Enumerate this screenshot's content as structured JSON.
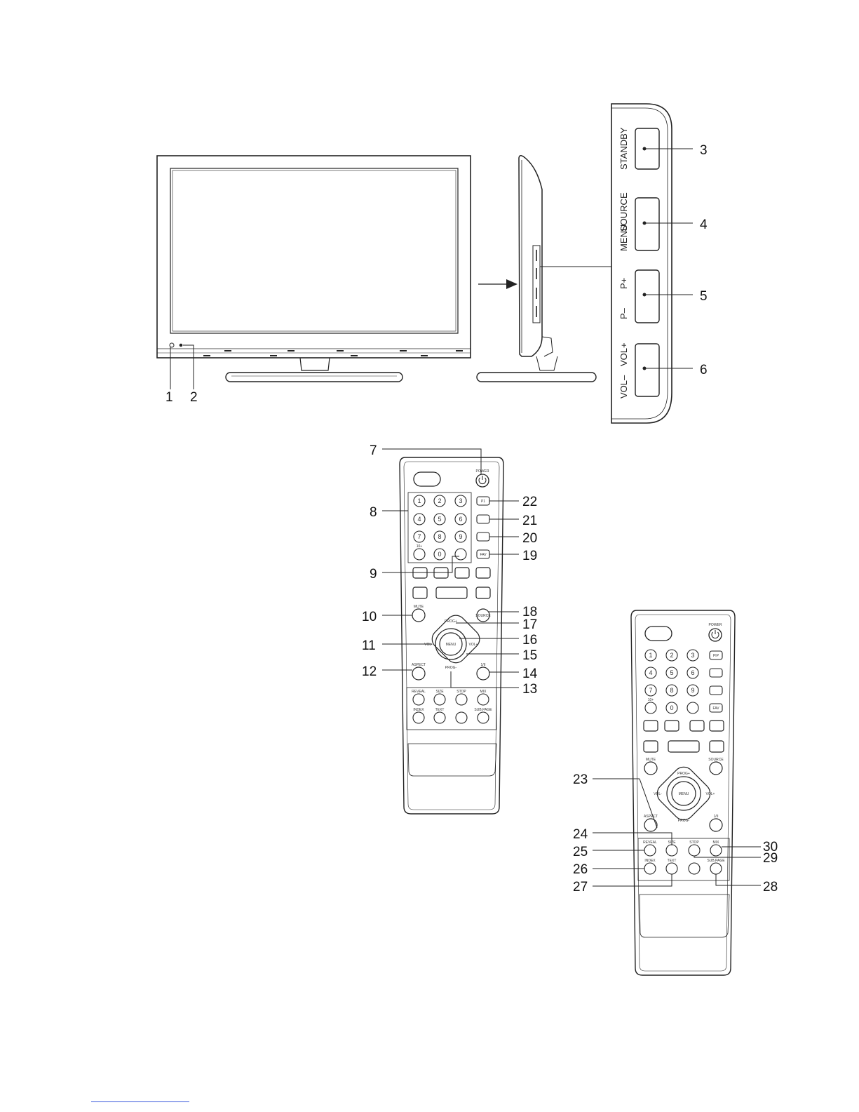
{
  "panel_labels": {
    "standby": "STANDBY",
    "source": "SOURCE",
    "menu": "MENU",
    "p_plus": "P+",
    "p_minus": "P–",
    "vol_plus": "VOL+",
    "vol_minus": "VOL–"
  },
  "remote_labels": {
    "power": "POWER",
    "p1": "P1",
    "fav": "FAV",
    "ten_plus": "10+",
    "mute": "MUTE",
    "source": "SOURCE",
    "prog_plus": "PROG+",
    "prog_minus": "PROG-",
    "vol_minus": "VOL-",
    "vol_plus": "VOL+",
    "menu": "MENU",
    "aspect": "ASPECT",
    "one_two": "1/II",
    "reveal": "REVEAL",
    "size": "SIZE",
    "stop": "STOP",
    "mix": "MIX",
    "index": "INDEX",
    "text": "TEXT",
    "subpage": "SUB.PAGE",
    "digits": [
      "1",
      "2",
      "3",
      "4",
      "5",
      "6",
      "7",
      "8",
      "9",
      "0"
    ],
    "pip": "PIP"
  },
  "callouts": {
    "c1": "1",
    "c2": "2",
    "c3": "3",
    "c4": "4",
    "c5": "5",
    "c6": "6",
    "c7": "7",
    "c8": "8",
    "c9": "9",
    "c10": "10",
    "c11": "11",
    "c12": "12",
    "c13": "13",
    "c14": "14",
    "c15": "15",
    "c16": "16",
    "c17": "17",
    "c18": "18",
    "c19": "19",
    "c20": "20",
    "c21": "21",
    "c22": "22",
    "c23": "23",
    "c24": "24",
    "c25": "25",
    "c26": "26",
    "c27": "27",
    "c28": "28",
    "c29": "29",
    "c30": "30"
  }
}
